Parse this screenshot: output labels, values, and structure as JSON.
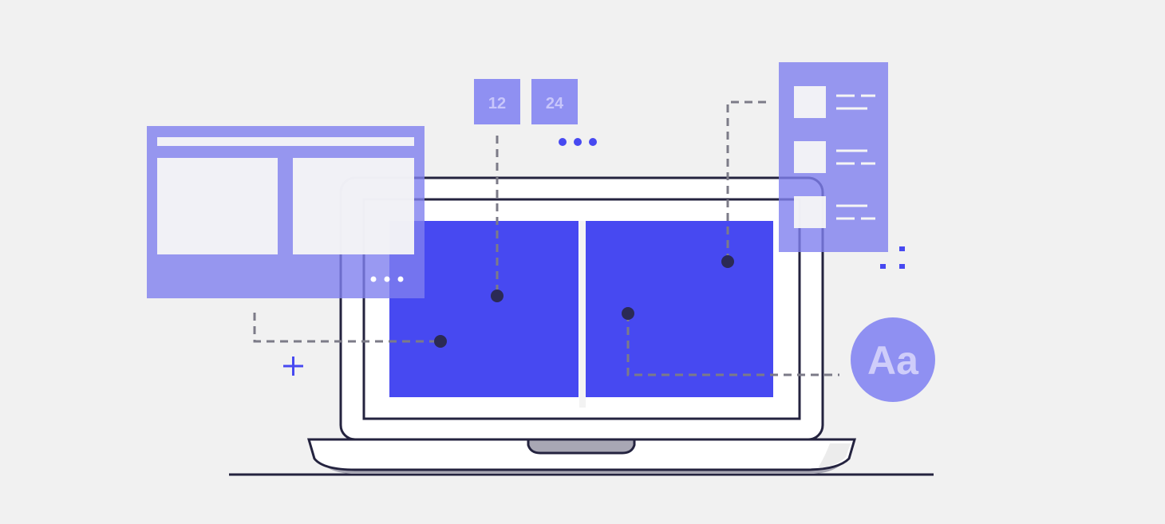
{
  "colors": {
    "background": "#f1f1f1",
    "accent": "#4749f1",
    "accent_light": "#9596f3",
    "outline": "#24233f",
    "connector": "#7c7b88",
    "screen": "#ffffff"
  },
  "badges": {
    "grid_12": "12",
    "grid_24": "24"
  },
  "typography_badge": {
    "label": "Aa"
  },
  "icons": [
    "browser-window-icon",
    "grid-badge-icon",
    "list-panel-icon",
    "typography-icon",
    "plus-icon",
    "ellipsis-icon",
    "laptop-icon"
  ]
}
